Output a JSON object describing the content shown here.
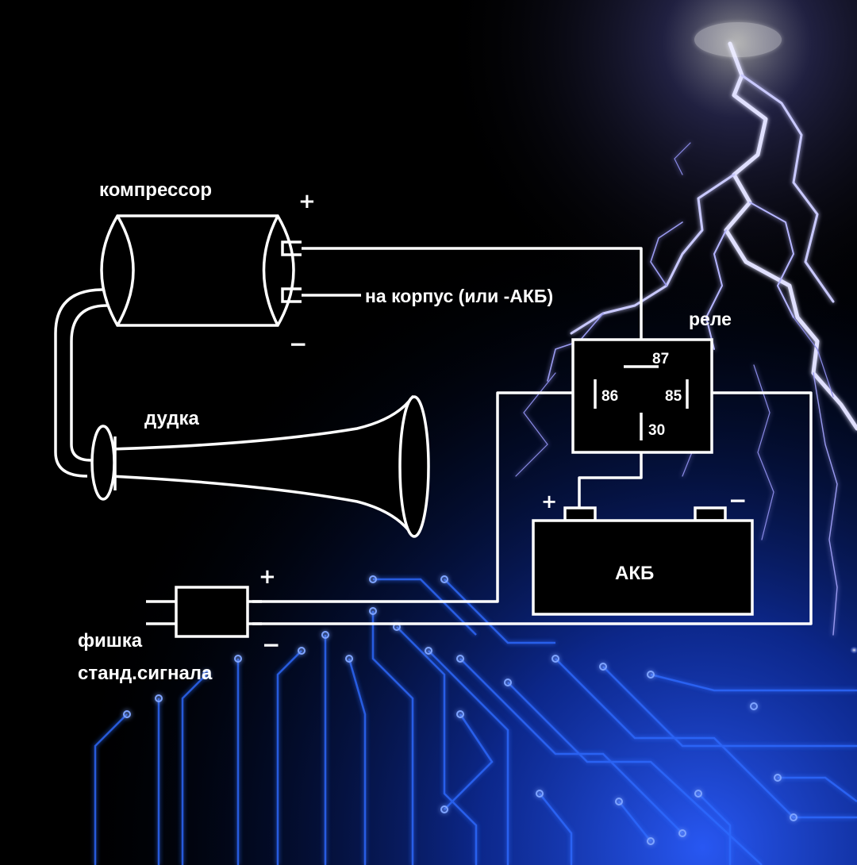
{
  "labels": {
    "compressor": "компрессор",
    "ground": "на корпус (или -АКБ)",
    "horn": "дудка",
    "relay": "реле",
    "battery": "АКБ",
    "connector_line1": "фишка",
    "connector_line2": "станд.сигнала"
  },
  "relay_pins": {
    "p87": "87",
    "p86": "86",
    "p85": "85",
    "p30": "30"
  },
  "polarity": {
    "compressor_plus": "+",
    "compressor_minus": "−",
    "battery_plus": "+",
    "battery_minus": "−",
    "connector_plus": "+",
    "connector_minus": "−"
  },
  "colors": {
    "wire": "#ffffff",
    "background": "#000000",
    "circuit_glow": "#1e5bff",
    "lightning": "#c9c9ff"
  }
}
